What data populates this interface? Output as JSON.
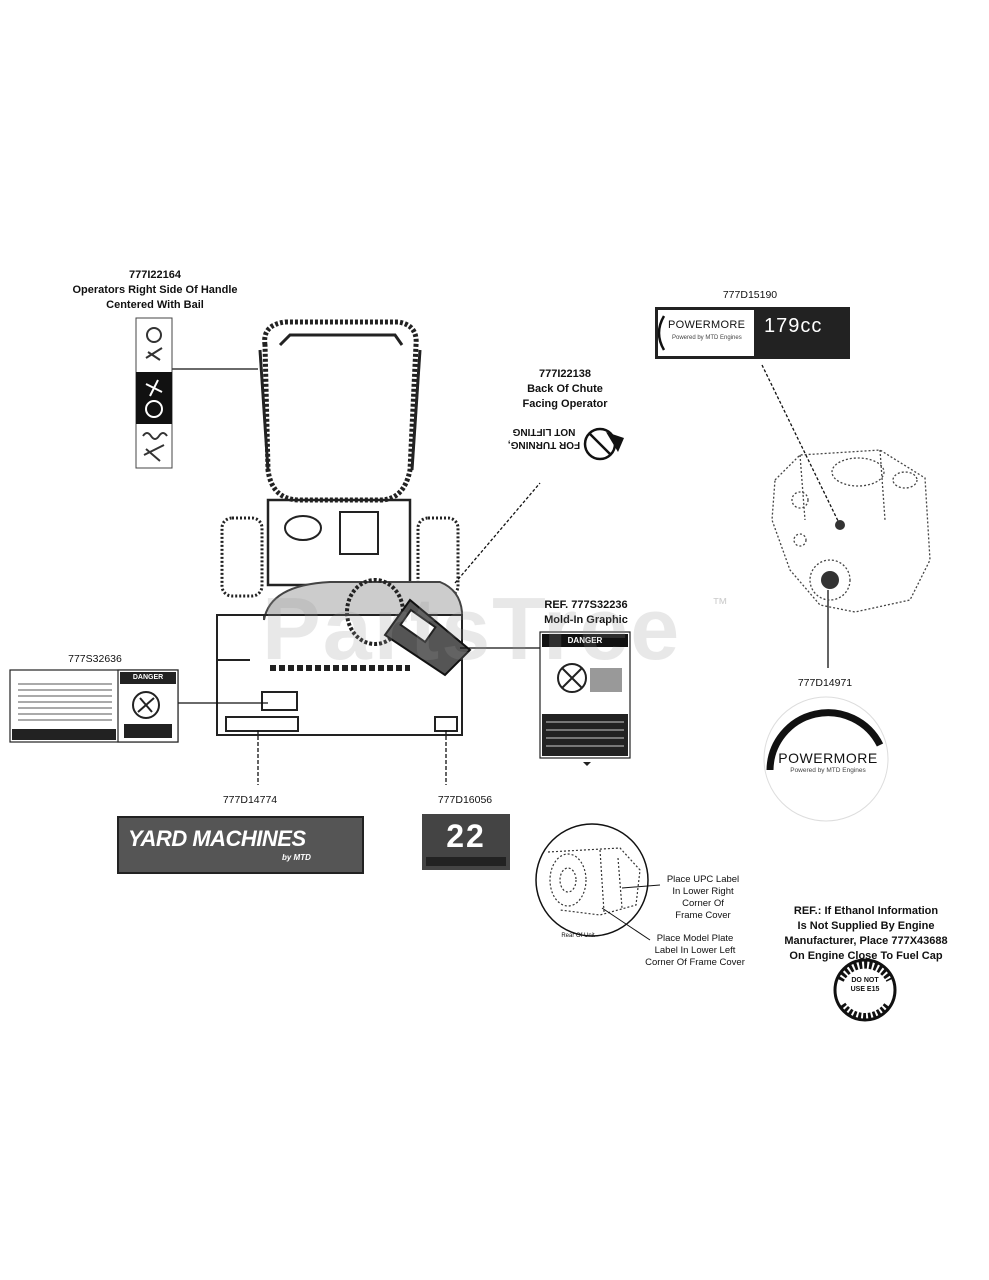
{
  "watermark": {
    "text": "PartsTree",
    "trademark": "™"
  },
  "callouts": {
    "handle_decal": {
      "part": "777I22164",
      "line1": "Operators Right Side Of Handle",
      "line2": "Centered With Bail"
    },
    "chute_decal": {
      "part": "777I22138",
      "line1": "Back Of Chute",
      "line2": "Facing Operator"
    },
    "engine_label": {
      "part": "777D15190"
    },
    "mold_graphic": {
      "part": "REF. 777S32236",
      "line1": "Mold-In Graphic"
    },
    "dash_decal": {
      "part": "777S32636"
    },
    "engine_round": {
      "part": "777D14971"
    },
    "brand_decal": {
      "part": "777D14774"
    },
    "number_decal": {
      "part": "777D16056"
    }
  },
  "decal_text": {
    "chute": {
      "line1": "FOR TURNING,",
      "line2": "NOT LIFTING"
    },
    "powermore": {
      "brand": "POWERMORE",
      "tagline": "Powered by MTD Engines",
      "size": "179cc"
    },
    "yard_machines": {
      "brand": "YARD MACHINES",
      "by": "by MTD"
    },
    "number": {
      "value": "22"
    },
    "danger": "DANGER",
    "rear_of_unit": "Rear Of Unit",
    "fuel_badge": {
      "line1": "DO NOT",
      "line2": "USE E15"
    }
  },
  "notes": {
    "upc": [
      "Place UPC Label",
      "In Lower Right",
      "Corner Of",
      "Frame Cover"
    ],
    "model_plate": [
      "Place Model Plate",
      "Label In Lower Left",
      "Corner Of Frame Cover"
    ],
    "ethanol": [
      "REF.: If Ethanol Information",
      "Is Not Supplied By Engine",
      "Manufacturer, Place 777X43688",
      "On Engine Close To Fuel Cap"
    ]
  }
}
